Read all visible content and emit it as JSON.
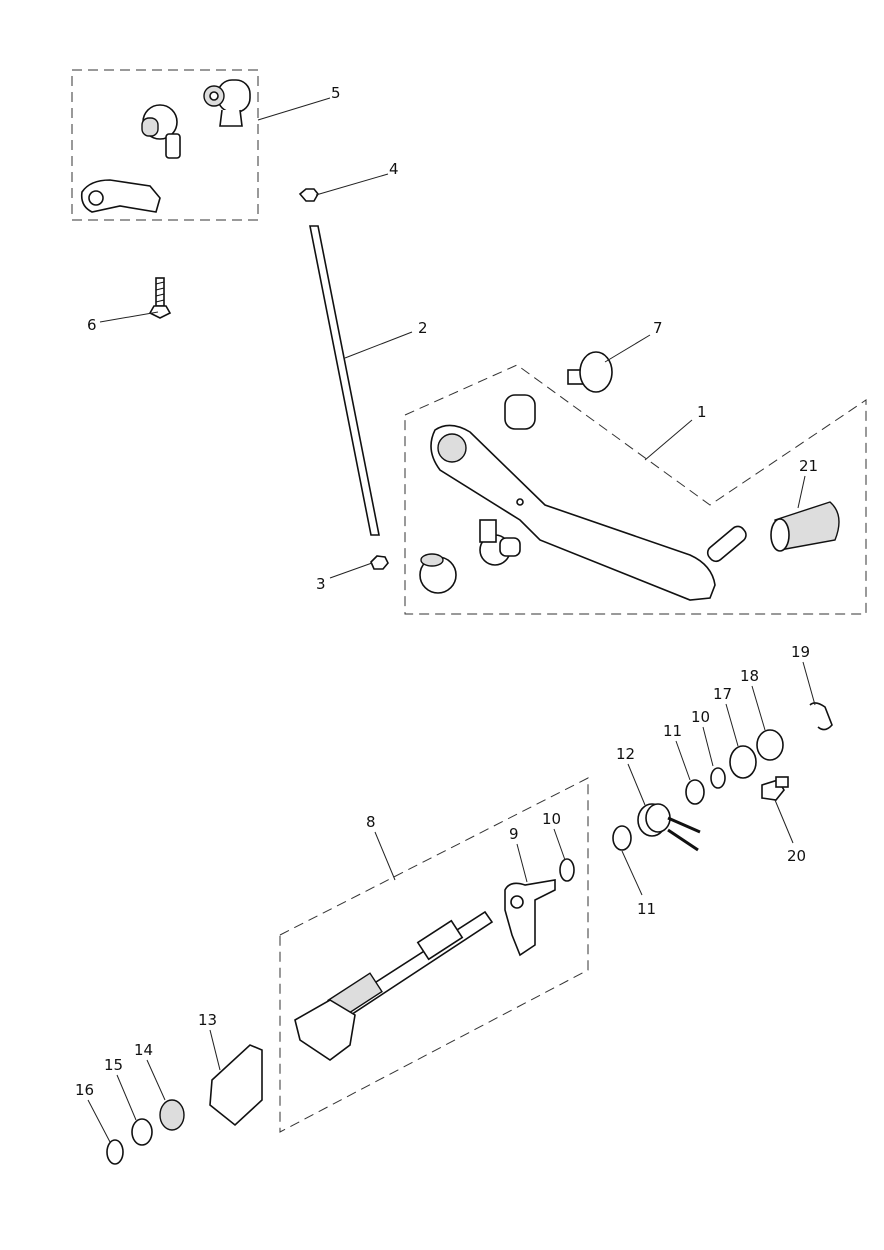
{
  "diagram": {
    "callouts": [
      "5",
      "4",
      "6",
      "2",
      "7",
      "1",
      "21",
      "3",
      "19",
      "18",
      "17",
      "11",
      "10",
      "12",
      "20",
      "11",
      "10",
      "9",
      "8",
      "13",
      "14",
      "15",
      "16"
    ]
  }
}
